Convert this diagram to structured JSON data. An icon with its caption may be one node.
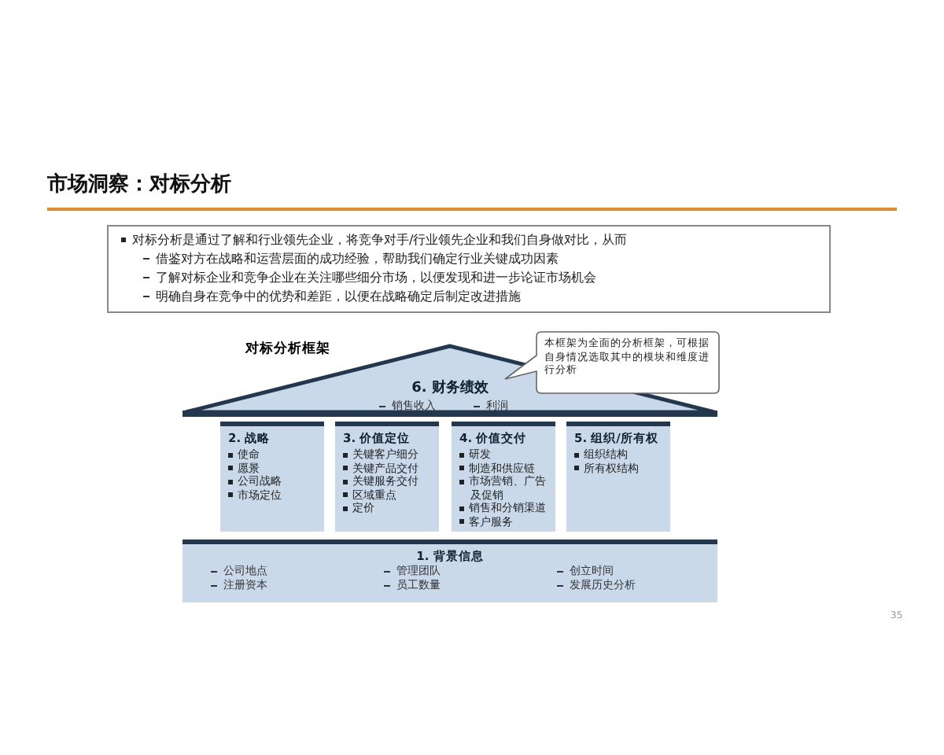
{
  "diagram": {
    "title": "市场洞察：对标分析",
    "nodes": [
      {
        "text": [
          "对标分析是通过了解和行业领先企业，将竞争对手/行业领先企业和我们自身做对比，从而",
          "借鉴对方在战略和运营层面的成功经验，帮助我们确定行业关键成功因素",
          "了解对标企业和竞争企业在关注哪些细分市场，以便发现和进一步论证市场机会",
          "明确自身在竞争中的优势和差距，以便在战略确定后制定改进措施"
        ]
      },
      {
        "text": [
          "6. 财务绩效",
          "销售收入",
          "利润"
        ]
      },
      {
        "text": [
          "2. 战略",
          "使命",
          "愿景",
          "公司战略",
          "市场定位"
        ]
      },
      {
        "text": [
          "3. 价值定位",
          "关键客户细分",
          "关键产品交付",
          "关键服务交付",
          "区域重点",
          "定价"
        ]
      },
      {
        "text": [
          "4. 价值交付",
          "研发",
          "制造和供应链",
          "市场营销、广告及促销",
          "销售和分销渠道",
          "客户服务"
        ]
      },
      {
        "text": [
          "5. 组织/所有权",
          "组织结构",
          "所有权结构"
        ]
      },
      {
        "text": [
          "1. 背景信息",
          "公司地点",
          "管理团队",
          "创立时间",
          "注册资本",
          "员工数量",
          "发展历史分析"
        ]
      },
      {
        "text": [
          "本框架为全面的分析框架，可根据自身情况选取其中的模块和维度进行分析"
        ]
      }
    ],
    "edges": [],
    "labels": [
      "对标分析框架",
      "35"
    ]
  }
}
